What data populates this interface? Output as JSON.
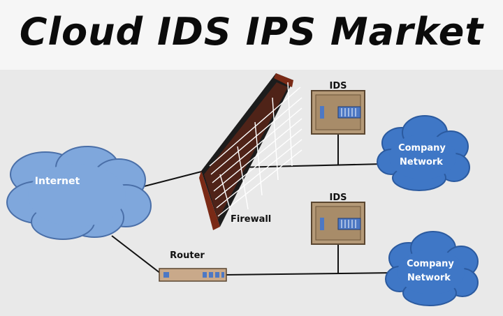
{
  "title": "Cloud IDS IPS Market",
  "nodes": {
    "internet": "Internet",
    "firewall": "Firewall",
    "router": "Router",
    "ids_top": "IDS",
    "ids_bottom": "IDS",
    "company_network_top": {
      "line1": "Company",
      "line2": "Network"
    },
    "company_network_bottom": {
      "line1": "Company",
      "line2": "Network"
    }
  },
  "colors": {
    "cloud_fill": "#7fa7dc",
    "cloud_stroke": "#4a6fa8",
    "cloud_text": "#ffffff",
    "firewall_brick": "#7a2a16",
    "firewall_dark": "#1c1c1c",
    "ids_fill": "#b59a78",
    "router_fill": "#c9a98a",
    "link_line": "#111111"
  }
}
